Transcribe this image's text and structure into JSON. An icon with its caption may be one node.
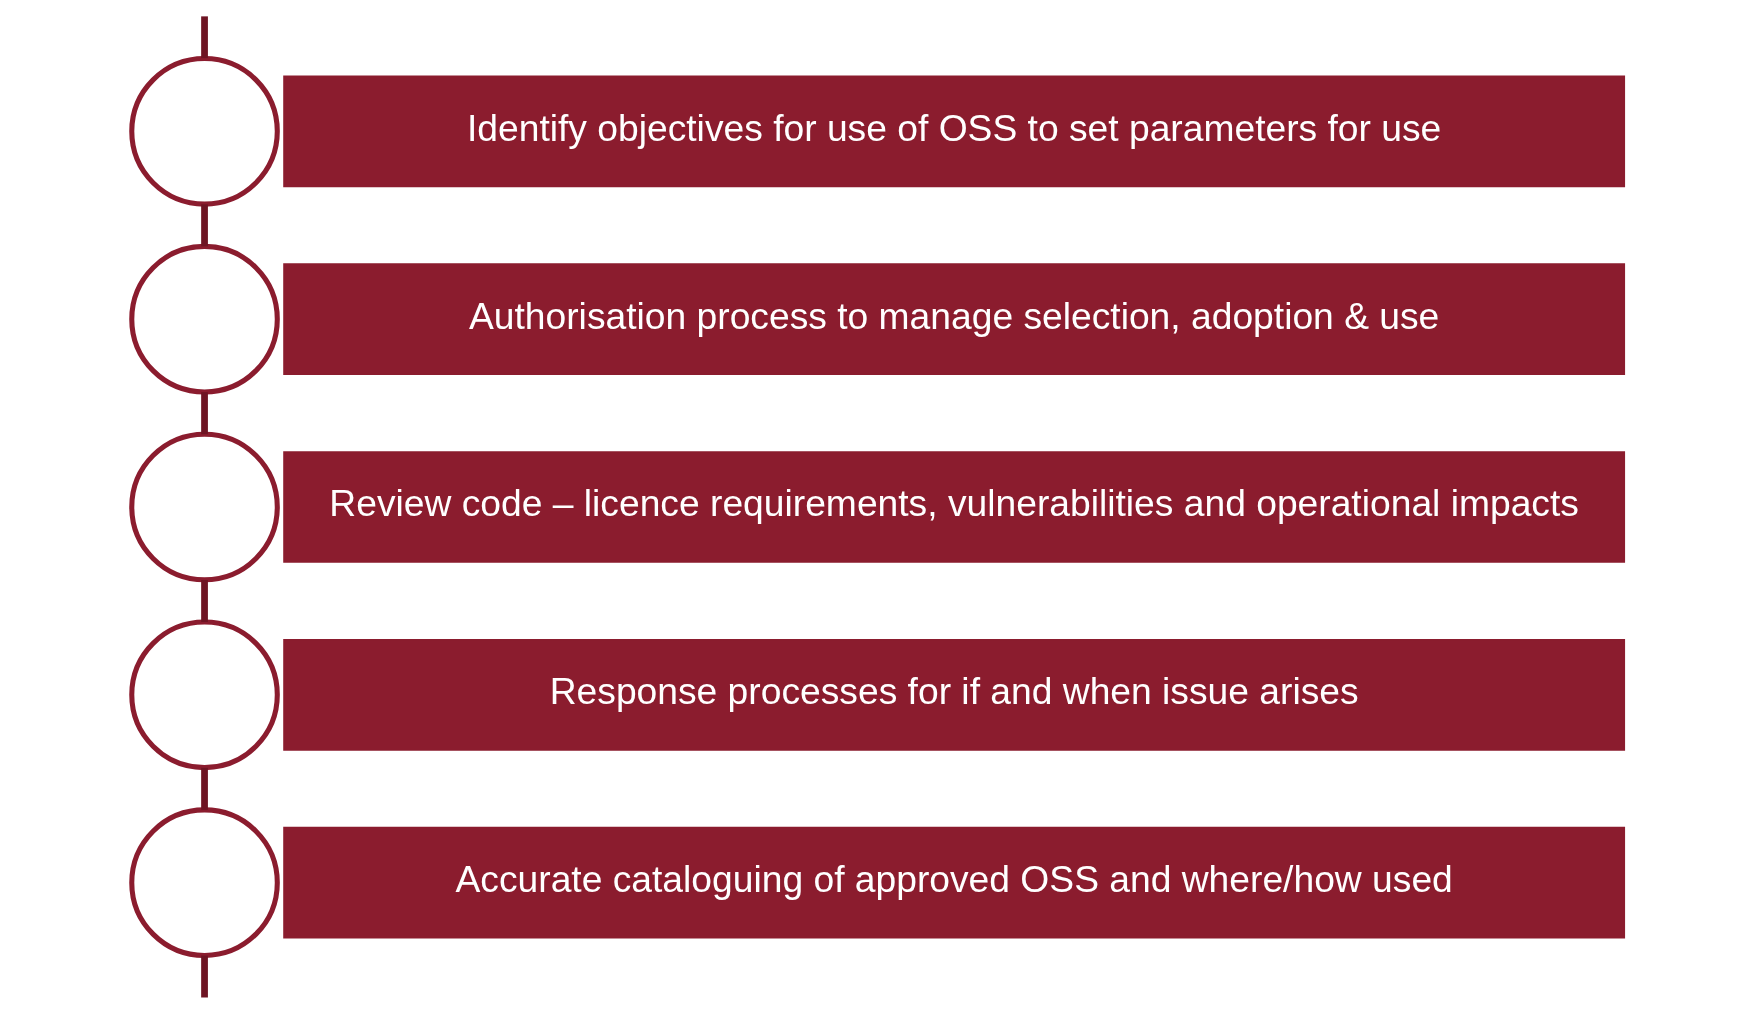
{
  "diagram": {
    "nodes": [
      {
        "text": [],
        "shape": "circle"
      },
      {
        "text": [
          "Identify objectives for use of OSS to set parameters for use"
        ]
      },
      {
        "text": [],
        "shape": "circle"
      },
      {
        "text": [
          "Authorisation process to manage selection, adoption & use"
        ]
      },
      {
        "text": [],
        "shape": "circle"
      },
      {
        "text": [
          "Review code – licence requirements, vulnerabilities and operational impacts"
        ]
      },
      {
        "text": [],
        "shape": "circle"
      },
      {
        "text": [
          "Response processes for if and when issue arises"
        ]
      },
      {
        "text": [],
        "shape": "circle"
      },
      {
        "text": [
          "Accurate cataloguing of approved OSS and where/how used"
        ]
      }
    ],
    "edges": [
      {
        "from": null,
        "to": 0,
        "arrow": "none"
      },
      {
        "from": 0,
        "to": 2,
        "arrow": "none"
      },
      {
        "from": 2,
        "to": 4,
        "arrow": "none"
      },
      {
        "from": 4,
        "to": 6,
        "arrow": "none"
      },
      {
        "from": 6,
        "to": 8,
        "arrow": "none"
      },
      {
        "from": 8,
        "to": null,
        "arrow": "none"
      }
    ]
  }
}
